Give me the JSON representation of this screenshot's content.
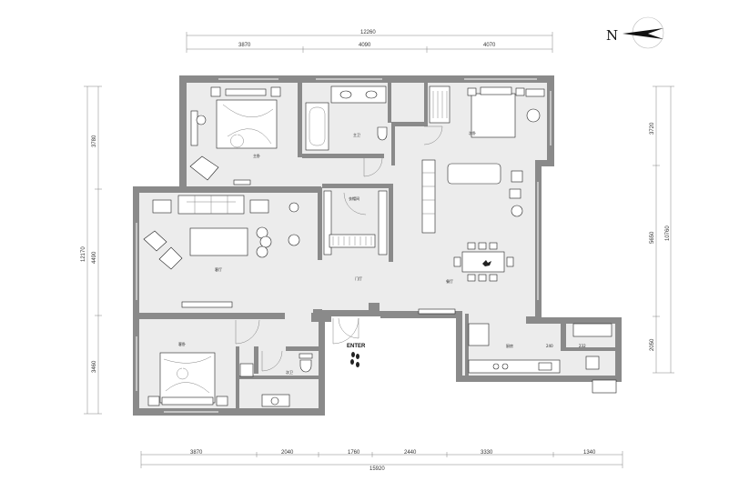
{
  "compass": {
    "label": "N"
  },
  "dimensions": {
    "top_total": "12260",
    "top_segments": [
      "3870",
      "4090",
      "4070"
    ],
    "bottom_total": "15920",
    "bottom_segments": [
      "3870",
      "2040",
      "1760",
      "2440",
      "3330",
      "1340"
    ],
    "left_total": "12170",
    "left_segments": [
      "3780",
      "4490",
      "3460"
    ],
    "right_total": "10760",
    "right_segments": [
      "3720",
      "5650",
      "2050"
    ]
  },
  "rooms": {
    "master_bedroom": "主卧",
    "bath_top": "主卫",
    "bedroom_top_right": "次卧",
    "cloakroom": "衣帽间",
    "living_room": "客厅",
    "foyer": "门厅",
    "dining_room": "餐厅",
    "bedroom_bottom": "客卧",
    "bath_bottom": "次卫",
    "kitchen": "厨房"
  },
  "entrance_label": "ENTER",
  "appliance_labels": {
    "fridge_a": "240",
    "fridge_b": "232"
  }
}
